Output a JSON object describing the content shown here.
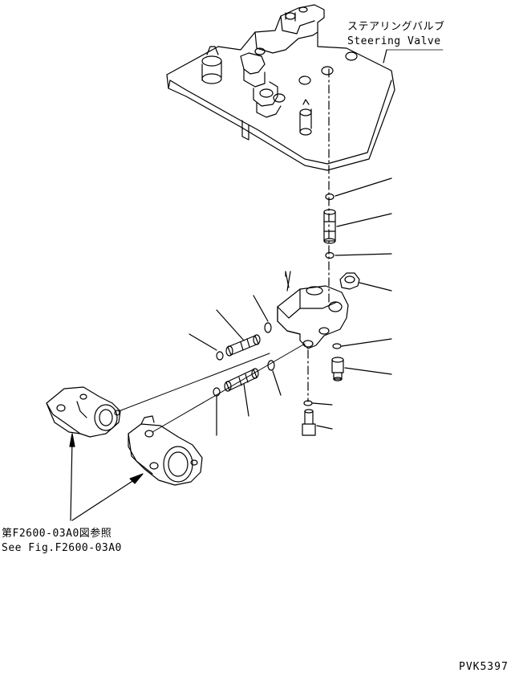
{
  "labels": {
    "steering_valve_jp": "ステアリングバルブ",
    "steering_valve_en": "Steering Valve",
    "reference_jp": "第F2600-03A0図参照",
    "reference_en": "See Fig.F2600-03A0",
    "drawing_code": "PVK5397"
  },
  "colors": {
    "line": "#000000",
    "background": "#ffffff"
  }
}
